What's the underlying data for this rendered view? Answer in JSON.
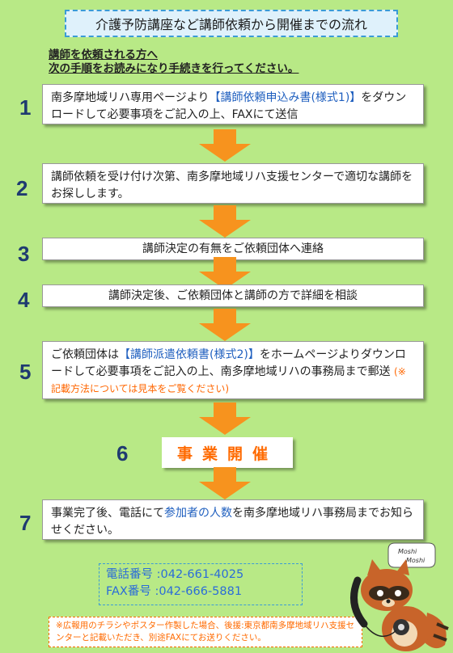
{
  "title": "介護予防講座など講師依頼から開催までの流れ",
  "intro": {
    "line1": "講師を依頼される方へ",
    "line2": "次の手順をお読みになり手続きを行ってください。"
  },
  "steps": [
    {
      "num": "1",
      "pre": "南多摩地域リハ専用ページより",
      "link": "【講師依頼申込み書(様式1)】",
      "post": "をダウンロードして必要事項をご記入の上、FAXにて送信"
    },
    {
      "num": "2",
      "text": "講師依頼を受け付け次第、南多摩地域リハ支援センターで適切な講師をお探しします。"
    },
    {
      "num": "3",
      "text": "講師決定の有無をご依頼団体へ連絡"
    },
    {
      "num": "4",
      "text": "講師決定後、ご依頼団体と講師の方で詳細を相談"
    },
    {
      "num": "5",
      "pre": "ご依頼団体は",
      "link": "【講師派遣依頼書(様式2)】",
      "post": "をホームページよりダウンロードして必要事項をご記入の上、南多摩地域リハの事務局まで郵送",
      "note": "(※記載方法については見本をご覧ください)"
    },
    {
      "num": "6",
      "text": "事業開催"
    },
    {
      "num": "7",
      "pre": "事業完了後、電話にて",
      "accent": "参加者の人数",
      "post": "を南多摩地域リハ事務局までお知らせください。"
    }
  ],
  "contact": {
    "phone": "電話番号 :042-661-4025",
    "fax": "FAX番号 :042-666-5881"
  },
  "footnote": "※広報用のチラシやポスター作製した場合、後援:東京都南多摩地域リハ支援センターと記載いただき、別途FAXにてお送りください。",
  "mascot": {
    "speech": "Moshi Moshi"
  },
  "colors": {
    "background": "#b8e986",
    "arrow": "#f7931e",
    "number": "#1f3b70",
    "link": "#1f5fbf",
    "accent_orange": "#ff6a00",
    "title_border": "#3a9bd6"
  }
}
